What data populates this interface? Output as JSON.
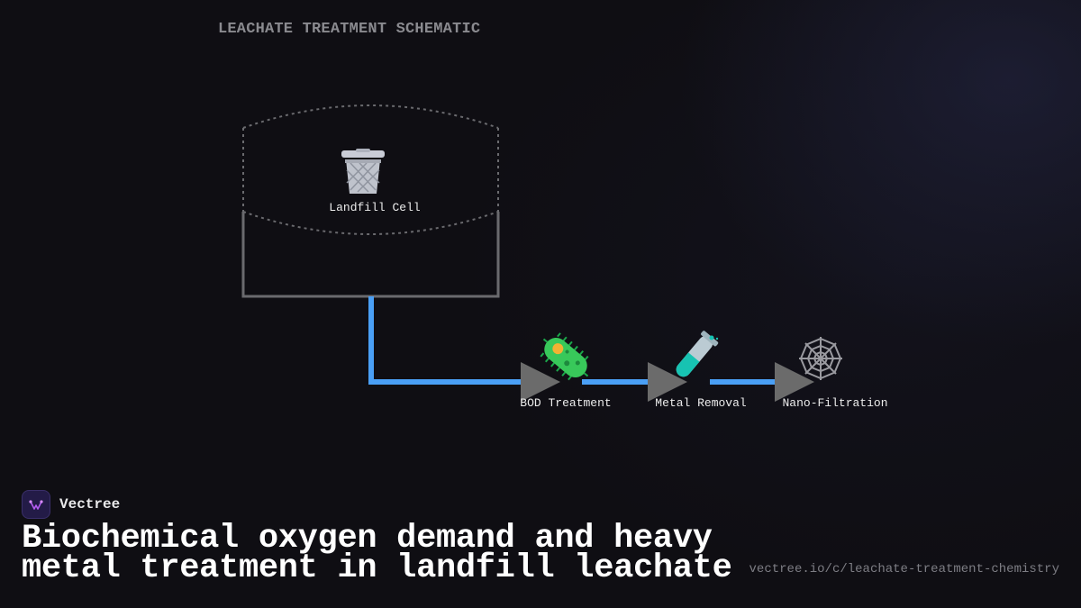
{
  "diagram": {
    "title": "LEACHATE TREATMENT SCHEMATIC",
    "nodes": [
      {
        "id": "landfill",
        "label": "Landfill Cell",
        "icon": "wastebasket-icon"
      },
      {
        "id": "bod",
        "label": "BOD Treatment",
        "icon": "microbe-icon"
      },
      {
        "id": "metal",
        "label": "Metal Removal",
        "icon": "test-tube-icon"
      },
      {
        "id": "nano",
        "label": "Nano-Filtration",
        "icon": "web-filter-icon"
      }
    ],
    "edges": [
      {
        "from": "landfill",
        "to": "bod"
      },
      {
        "from": "bod",
        "to": "metal"
      },
      {
        "from": "metal",
        "to": "nano"
      }
    ],
    "colors": {
      "flow": "#4a9ff5",
      "arrow": "#6b6b6b",
      "cell_outline": "#6a6a6e",
      "cell_dashed": "#6a6a6e"
    }
  },
  "brand": {
    "name": "Vectree",
    "logo_icon": "vectree-logo-icon"
  },
  "headline": "Biochemical oxygen demand and heavy metal treatment in landfill leachate",
  "url": "vectree.io/c/leachate-treatment-chemistry"
}
